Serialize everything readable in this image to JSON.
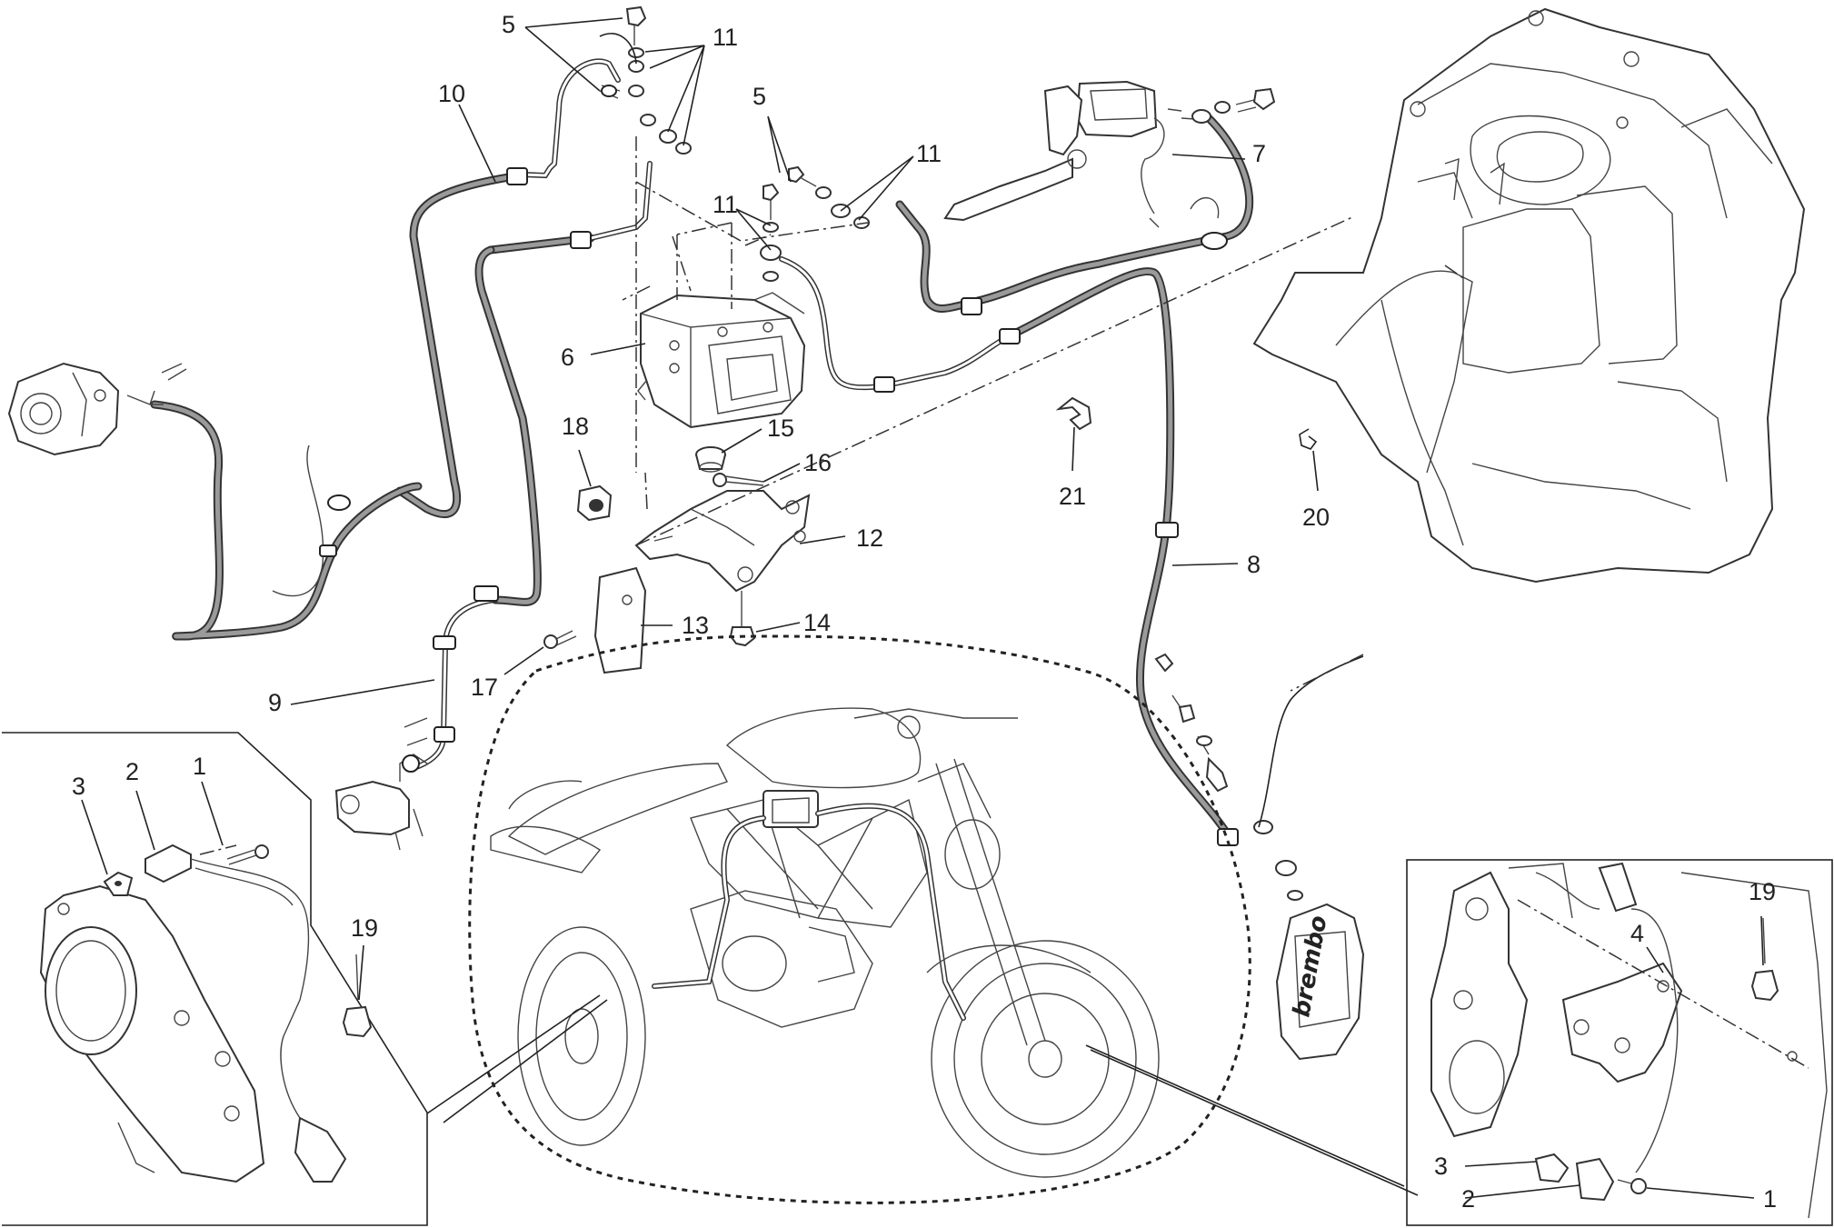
{
  "callouts": [
    {
      "id": "c1",
      "text": "1"
    },
    {
      "id": "c2",
      "text": "2"
    },
    {
      "id": "c3",
      "text": "3"
    },
    {
      "id": "c4",
      "text": "4"
    },
    {
      "id": "c5",
      "text": "5"
    },
    {
      "id": "c6",
      "text": "6"
    },
    {
      "id": "c7",
      "text": "7"
    },
    {
      "id": "c8",
      "text": "8"
    },
    {
      "id": "c9",
      "text": "9"
    },
    {
      "id": "c10",
      "text": "10"
    },
    {
      "id": "c11",
      "text": "11"
    },
    {
      "id": "c12",
      "text": "12"
    },
    {
      "id": "c13",
      "text": "13"
    },
    {
      "id": "c14",
      "text": "14"
    },
    {
      "id": "c15",
      "text": "15"
    },
    {
      "id": "c16",
      "text": "16"
    },
    {
      "id": "c17",
      "text": "17"
    },
    {
      "id": "c18",
      "text": "18"
    },
    {
      "id": "c19",
      "text": "19"
    },
    {
      "id": "c20",
      "text": "20"
    },
    {
      "id": "c21",
      "text": "21"
    }
  ],
  "brand_marking": "brembo",
  "colors": {
    "line": "#222222",
    "hose_fill": "#9a9a9a",
    "background": "#ffffff"
  }
}
